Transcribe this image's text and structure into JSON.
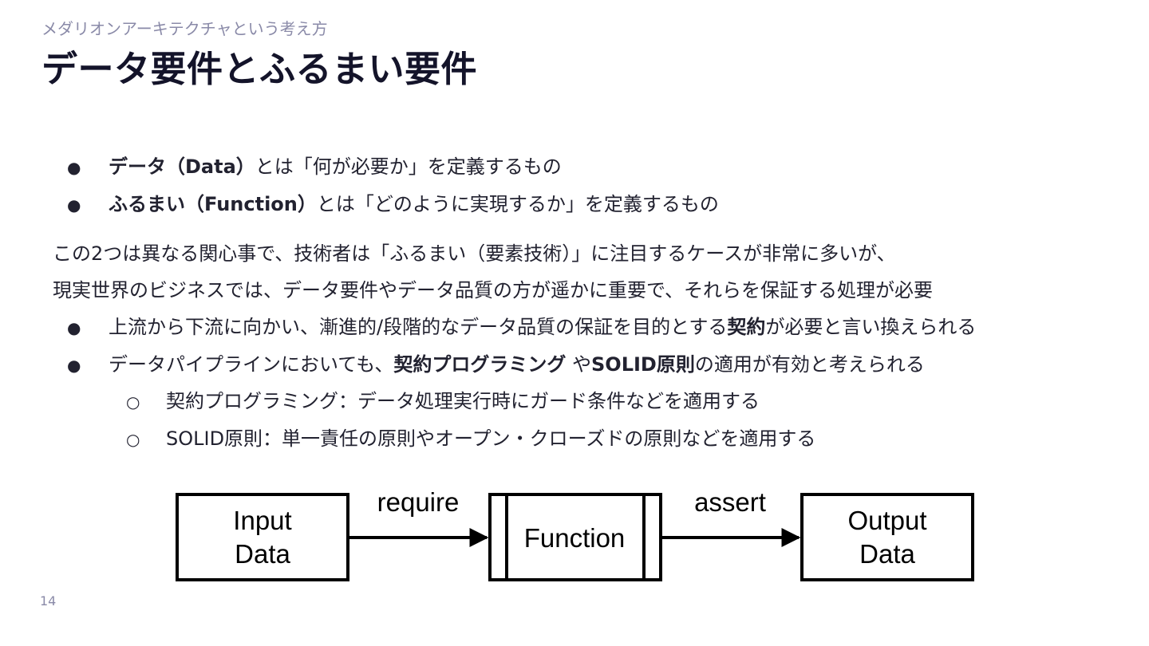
{
  "header": {
    "subtitle": "メダリオンアーキテクチャという考え方",
    "title": "データ要件とふるまい要件"
  },
  "bullets": {
    "marker": "●",
    "sub_marker": "○",
    "b1_bold": "データ（Data）",
    "b1_text": "とは「何が必要か」を定義するもの",
    "b2_bold": "ふるまい（Function）",
    "b2_text": "とは「どのように実現するか」を定義するもの"
  },
  "paragraph": {
    "line1": "この2つは異なる関心事で、技術者は「ふるまい（要素技術）」に注目するケースが非常に多いが、",
    "line2": "現実世界のビジネスでは、データ要件やデータ品質の方が遥かに重要で、それらを保証する処理が必要"
  },
  "points": {
    "p1_text": "上流から下流に向かい、漸進的/段階的なデータ品質の保証を目的とする",
    "p1_bold": "契約",
    "p1_tail": "が必要と言い換えられる",
    "p2_text": "データパイプラインにおいても、",
    "p2_bold1": "契約プログラミング",
    "p2_mid": " や",
    "p2_bold2": "SOLID原則",
    "p2_tail": "の適用が有効と考えられる",
    "s1": "契約プログラミング：データ処理実行時にガード条件などを適用する",
    "s2": "SOLID原則：単一責任の原則やオープン・クローズドの原則などを適用する"
  },
  "diagram": {
    "input_line1": "Input",
    "input_line2": "Data",
    "function_label": "Function",
    "output_line1": "Output",
    "output_line2": "Data",
    "arrow1_label": "require",
    "arrow2_label": "assert"
  },
  "footer": {
    "page_number": "14"
  }
}
